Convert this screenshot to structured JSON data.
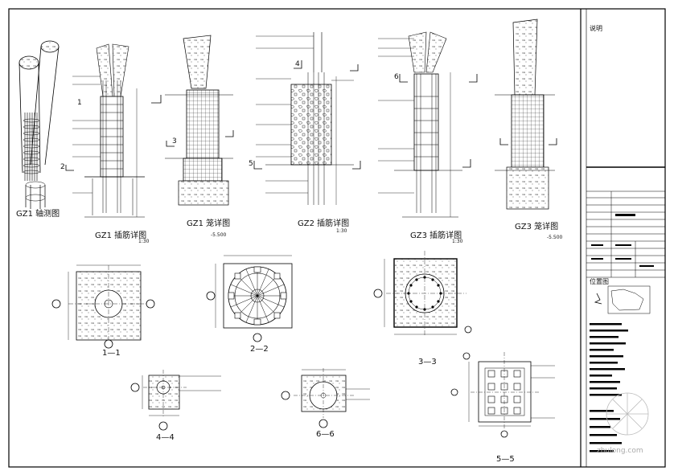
{
  "detail_titles": {
    "gz1_iso": "GZ1 轴测图",
    "gz1_dowel": "GZ1 插筋详图",
    "gz1_cage": "GZ1 笼详图",
    "gz2": "GZ2 插筋详图",
    "gz3": "GZ3 插筋详图",
    "gz3b": "GZ3 笼详图"
  },
  "section_labels": {
    "s11": "1—1",
    "s22": "2—2",
    "s33": "3—3",
    "s44": "4—4",
    "s66": "6—6",
    "s55": "5—5"
  },
  "scales": {
    "gz1": "1:30",
    "gz2": "1:30",
    "gz3": "1:30"
  },
  "cut_marks": {
    "n1": "1",
    "n2": "2",
    "n3": "3",
    "n4": "4",
    "n5": "5",
    "n6": "6"
  },
  "elevations": {
    "e1": "-5.500",
    "e2": "-5.500"
  },
  "title_block": {
    "header": "说明",
    "location": "位置图",
    "watermark": "zhulong.com"
  }
}
